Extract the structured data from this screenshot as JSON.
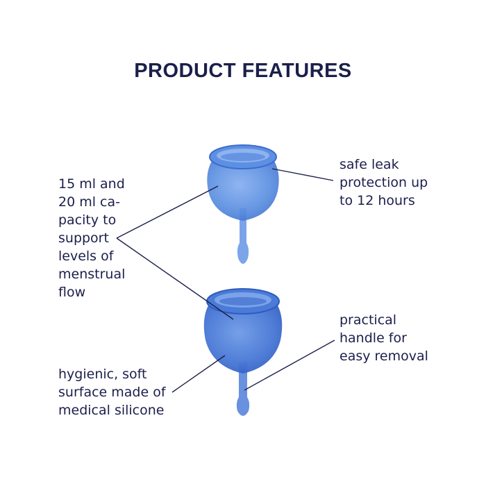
{
  "title": "PRODUCT FEATURES",
  "features": {
    "capacity": "15 ml and\n20 ml ca-\npacity to\nsupport\nlevels of\nmenstrual\nflow",
    "leak": "safe leak\nprotection up\nto 12 hours",
    "handle": "practical\nhandle for\neasy removal",
    "surface": "hygienic, soft\nsurface made of\nmedical silicone"
  },
  "colors": {
    "text": "#1b1f4b",
    "cup_light": "#5b8fe0",
    "cup_dark": "#3f6fd0"
  }
}
